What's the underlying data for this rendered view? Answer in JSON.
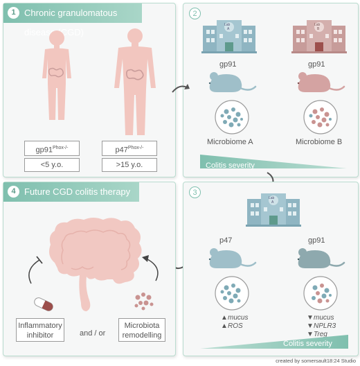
{
  "panel1": {
    "number": "1",
    "title": "Chronic granulomatous disease (CGD)",
    "left_gene": "gp91",
    "left_gene_sup": "Phox-/-",
    "left_age": "<5 y.o.",
    "right_gene": "p47",
    "right_gene_sup": "Phox-/-",
    "right_age": ">15 y.o."
  },
  "panel2": {
    "number": "2",
    "lab_a_top": "Lab",
    "lab_a_bottom": "A",
    "lab_b_top": "Lab",
    "lab_b_bottom": "B",
    "mouse_a_label": "gp91",
    "mouse_b_label": "gp91",
    "microbiome_a": "Microbiome A",
    "microbiome_b": "Microbiome B",
    "severity": "Colitis severity"
  },
  "panel3": {
    "number": "3",
    "lab_top": "Lab",
    "lab_bottom": "A",
    "mouse_left_label": "p47",
    "mouse_right_label": "gp91",
    "left_marks": [
      "mucus",
      "ROS"
    ],
    "right_marks": [
      "mucus",
      "NPLR3",
      "Treg"
    ],
    "severity": "Colitis severity"
  },
  "panel4": {
    "number": "4",
    "title": "Future CGD colitis therapy",
    "left_box": "Inflammatory inhibitor",
    "middle": "and / or",
    "right_box": "Microbiota remodelling"
  },
  "credit": "created by somersault18:24 Studio",
  "colors": {
    "teal": "#7fbfae",
    "human": "#f2c6bf",
    "mouse_blue": "#9fbfc9",
    "mouse_pink": "#d4a3a2",
    "gut": "#f1c8c2"
  }
}
